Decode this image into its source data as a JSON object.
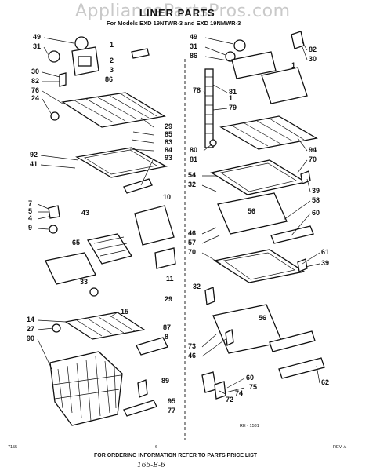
{
  "watermark": "AppliancePartsPros.com",
  "title": "LINER PARTS",
  "subtitle": "For Models EXD 19NTWR-3 and EXD 19NMWR-3",
  "footer": "FOR ORDERING INFORMATION REFER TO PARTS PRICE LIST",
  "code_left": "7155",
  "page_number": "6",
  "revision": "REV. A",
  "figure_id": "RE - 1531",
  "handwritten_note": "165-E-6",
  "part_labels": [
    "49",
    "31",
    "30",
    "82",
    "76",
    "24",
    "92",
    "41",
    "7",
    "5",
    "4",
    "9",
    "65",
    "43",
    "10",
    "33",
    "11",
    "14",
    "27",
    "90",
    "15",
    "29",
    "87",
    "8",
    "89",
    "95",
    "77",
    "1",
    "2",
    "3",
    "86",
    "85",
    "83",
    "84",
    "93",
    "78",
    "81",
    "79",
    "80",
    "94",
    "70",
    "54",
    "32",
    "56",
    "39",
    "58",
    "60",
    "46",
    "57",
    "61",
    "73",
    "75",
    "74",
    "72",
    "62"
  ]
}
